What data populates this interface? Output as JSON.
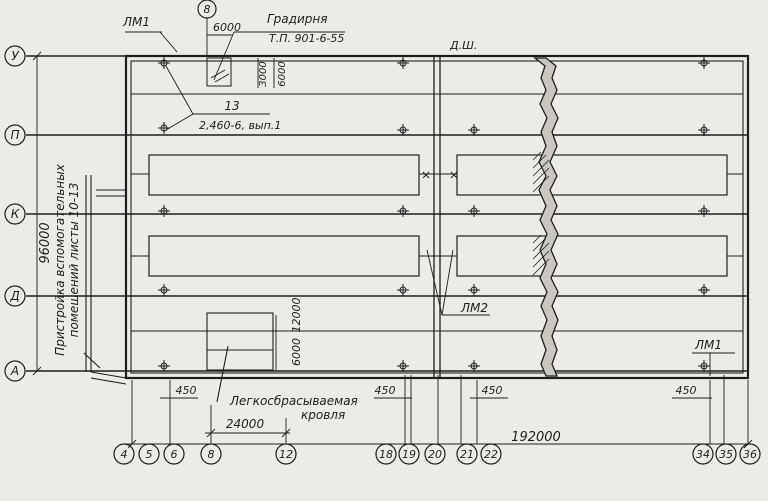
{
  "axes_rows": [
    {
      "id": "row-u",
      "label": "У"
    },
    {
      "id": "row-p",
      "label": "П"
    },
    {
      "id": "row-k",
      "label": "К"
    },
    {
      "id": "row-d",
      "label": "Д"
    },
    {
      "id": "row-a",
      "label": "А"
    }
  ],
  "axes_cols": [
    "4",
    "5",
    "6",
    "8",
    "12",
    "18",
    "19",
    "20",
    "21",
    "22",
    "34",
    "35",
    "36"
  ],
  "axis_8_top": "8",
  "dims": {
    "height_total": "96000",
    "length_total": "192000",
    "span_24000": "24000",
    "d450_a": "450",
    "d450_b": "450",
    "d450_c": "450",
    "d450_d": "450",
    "d6000_top": "6000",
    "d3000": "3000",
    "d6000_top_v": "6000",
    "d12000": "12000",
    "d6000_low": "6000"
  },
  "labels": {
    "lm1_top": "ЛМ1",
    "lm1_right": "ЛМ1",
    "lm2": "ЛМ2",
    "tower_title": "Градирня",
    "tower_code": "Т.П. 901-6-55",
    "ref_num": "13",
    "ref_sheet": "2,460-6, вып.1",
    "dsh": "Д.Ш.",
    "annex_line1": "Пристройка вспомогательных",
    "annex_line2": "помещений листы 10-13",
    "roof_line1": "Легкосбрасываемая",
    "roof_line2": "кровля"
  }
}
